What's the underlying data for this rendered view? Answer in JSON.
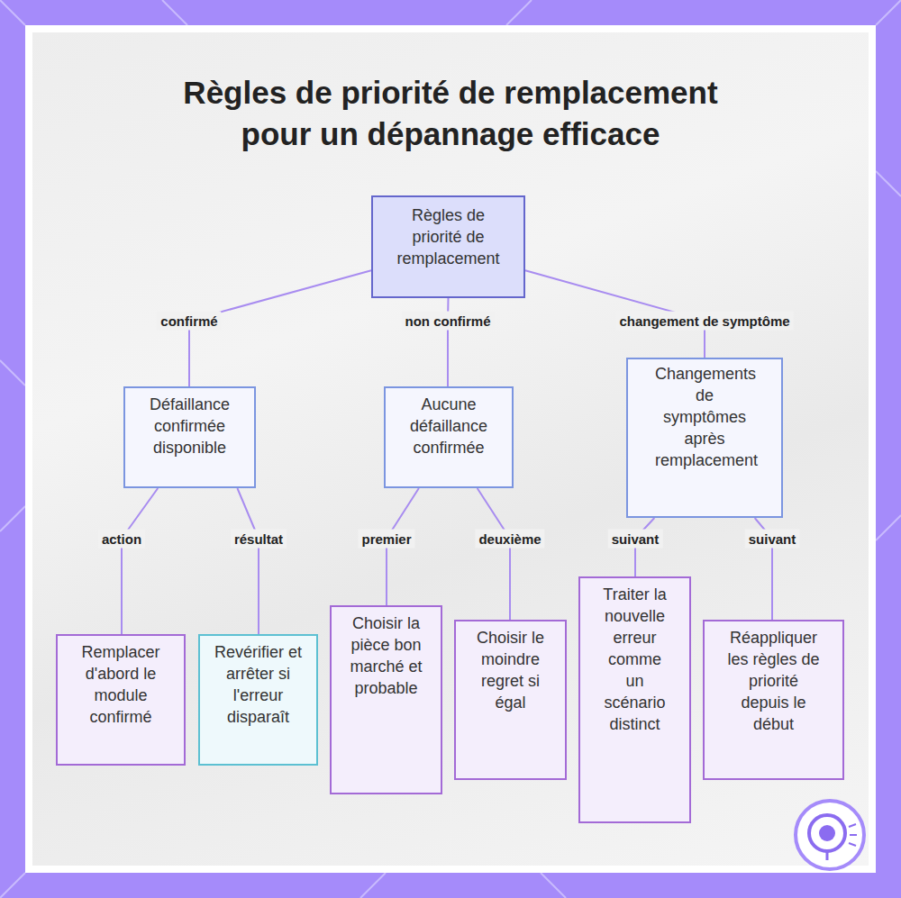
{
  "diagram": {
    "title": "Règles de priorité de remplacement pour un dépannage efficace",
    "nodes": [
      {
        "text": [
          "Règles de priorité de remplacement"
        ]
      },
      {
        "text": [
          "Défaillance confirmée disponible"
        ]
      },
      {
        "text": [
          "Aucune défaillance confirmée"
        ]
      },
      {
        "text": [
          "Changements de symptômes après remplacement"
        ]
      },
      {
        "text": [
          "Remplacer d'abord le module confirmé"
        ]
      },
      {
        "text": [
          "Revérifier et arrêter si l'erreur disparaît"
        ]
      },
      {
        "text": [
          "Choisir la pièce bon marché et probable"
        ]
      },
      {
        "text": [
          "Choisir le moindre regret si égal"
        ]
      },
      {
        "text": [
          "Traiter la nouvelle erreur comme un scénario distinct"
        ]
      },
      {
        "text": [
          "Réappliquer les règles de priorité depuis le début"
        ]
      }
    ],
    "edges": [
      {
        "from": 0,
        "to": 1,
        "label": "confirmé",
        "arrow": "none"
      },
      {
        "from": 0,
        "to": 2,
        "label": "non confirmé",
        "arrow": "none"
      },
      {
        "from": 0,
        "to": 3,
        "label": "changement de symptôme",
        "arrow": "none"
      },
      {
        "from": 1,
        "to": 4,
        "label": "action",
        "arrow": "none"
      },
      {
        "from": 1,
        "to": 5,
        "label": "résultat",
        "arrow": "none"
      },
      {
        "from": 2,
        "to": 6,
        "label": "premier",
        "arrow": "none"
      },
      {
        "from": 2,
        "to": 7,
        "label": "deuxième",
        "arrow": "none"
      },
      {
        "from": 3,
        "to": 8,
        "label": "suivant",
        "arrow": "none"
      },
      {
        "from": 3,
        "to": 9,
        "label": "suivant",
        "arrow": "none"
      }
    ]
  }
}
